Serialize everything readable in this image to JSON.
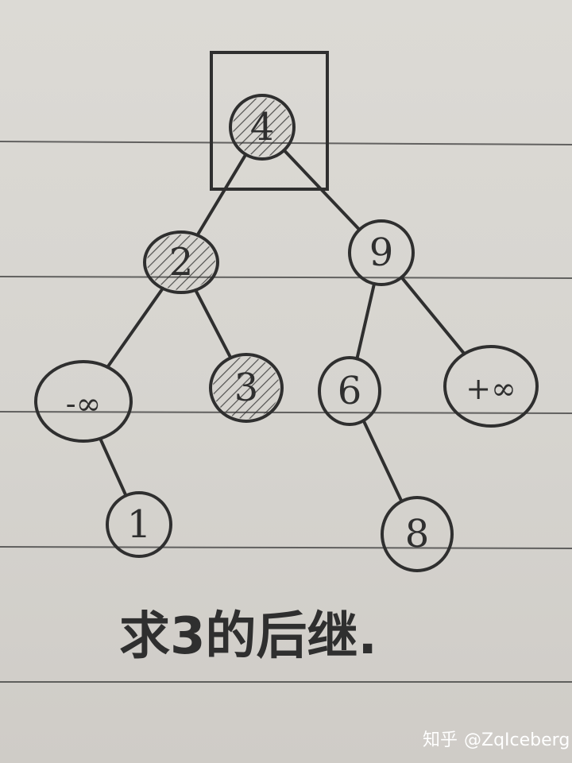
{
  "tree": {
    "nodes": [
      {
        "id": "n4",
        "label": "4",
        "highlighted": true,
        "boxed": true
      },
      {
        "id": "n2",
        "label": "2",
        "highlighted": true
      },
      {
        "id": "n9",
        "label": "9",
        "highlighted": false
      },
      {
        "id": "nneg",
        "label": "-∞",
        "highlighted": false
      },
      {
        "id": "n3",
        "label": "3",
        "highlighted": true
      },
      {
        "id": "n6",
        "label": "6",
        "highlighted": false
      },
      {
        "id": "npos",
        "label": "+∞",
        "highlighted": false
      },
      {
        "id": "n1",
        "label": "1",
        "highlighted": false
      },
      {
        "id": "n8",
        "label": "8",
        "highlighted": false
      }
    ],
    "edges": [
      [
        "n4",
        "n2"
      ],
      [
        "n4",
        "n9"
      ],
      [
        "n2",
        "nneg"
      ],
      [
        "n2",
        "n3"
      ],
      [
        "n9",
        "n6"
      ],
      [
        "n9",
        "npos"
      ],
      [
        "nneg",
        "n1"
      ],
      [
        "n6",
        "n8"
      ]
    ]
  },
  "caption": "求3的后继.",
  "watermark": {
    "site": "知乎",
    "user": "@ZqIceberg"
  },
  "colors": {
    "paper": "#d9d7d2",
    "ink": "#2f2f2f",
    "rule": "#3a3a3a"
  }
}
